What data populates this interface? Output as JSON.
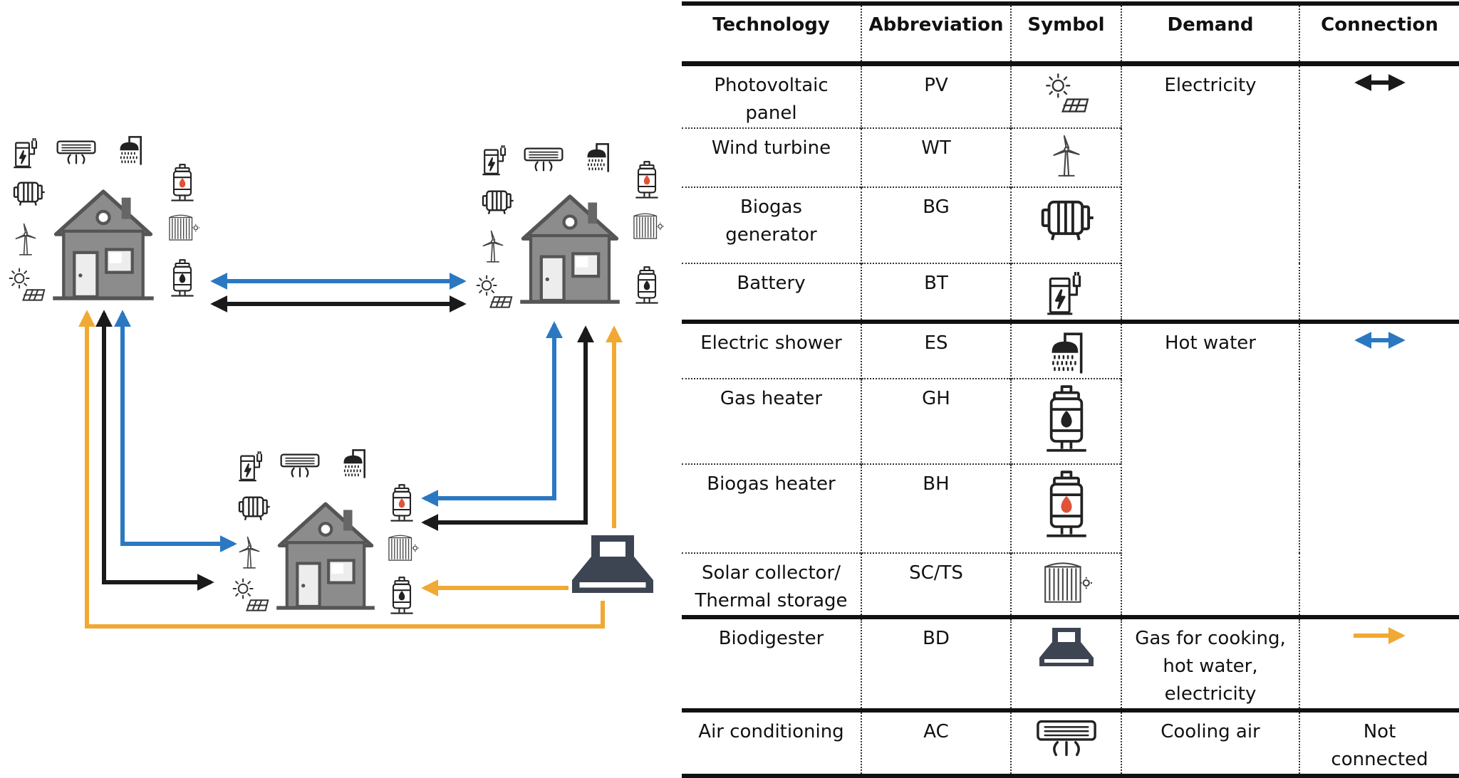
{
  "colors": {
    "electricity": "#1a1a1a",
    "hot_water": "#2b78c2",
    "biodigester": "#f0a932",
    "house_body": "#8c8c8c",
    "house_outline": "#555555",
    "biodigester_body": "#3d4452"
  },
  "table": {
    "headers": {
      "technology": "Technology",
      "abbreviation": "Abbreviation",
      "symbol": "Symbol",
      "demand": "Demand",
      "connection": "Connection"
    },
    "rows": [
      {
        "tech_line1": "Photovoltaic",
        "tech_line2": "panel",
        "abbr": "PV",
        "icon": "solar-panel-icon"
      },
      {
        "tech_line1": "Wind turbine",
        "tech_line2": "",
        "abbr": "WT",
        "icon": "wind-turbine-icon"
      },
      {
        "tech_line1": "Biogas",
        "tech_line2": "generator",
        "abbr": "BG",
        "icon": "biogas-generator-icon"
      },
      {
        "tech_line1": "Battery",
        "tech_line2": "",
        "abbr": "BT",
        "icon": "battery-charger-icon"
      },
      {
        "tech_line1": "Electric shower",
        "tech_line2": "",
        "abbr": "ES",
        "icon": "electric-shower-icon"
      },
      {
        "tech_line1": "Gas heater",
        "tech_line2": "",
        "abbr": "GH",
        "icon": "gas-heater-icon"
      },
      {
        "tech_line1": "Biogas heater",
        "tech_line2": "",
        "abbr": "BH",
        "icon": "biogas-heater-icon"
      },
      {
        "tech_line1": "Solar collector/",
        "tech_line2": "Thermal storage",
        "abbr": "SC/TS",
        "icon": "solar-collector-icon"
      },
      {
        "tech_line1": "Biodigester",
        "tech_line2": "",
        "abbr": "BD",
        "icon": "biodigester-icon"
      },
      {
        "tech_line1": "Air conditioning",
        "tech_line2": "",
        "abbr": "AC",
        "icon": "air-conditioner-icon"
      }
    ],
    "groups": {
      "electricity": {
        "demand": "Electricity",
        "connection_icon": "double-arrow-black-icon"
      },
      "hot_water": {
        "demand": "Hot water",
        "connection_icon": "double-arrow-blue-icon"
      },
      "biodigester": {
        "demand_line1": "Gas for cooking,",
        "demand_line2": "hot water,",
        "demand_line3": "electricity",
        "connection_icon": "arrow-orange-icon"
      },
      "cooling": {
        "demand": "Cooling air",
        "connection_line1": "Not",
        "connection_line2": "connected"
      }
    }
  }
}
